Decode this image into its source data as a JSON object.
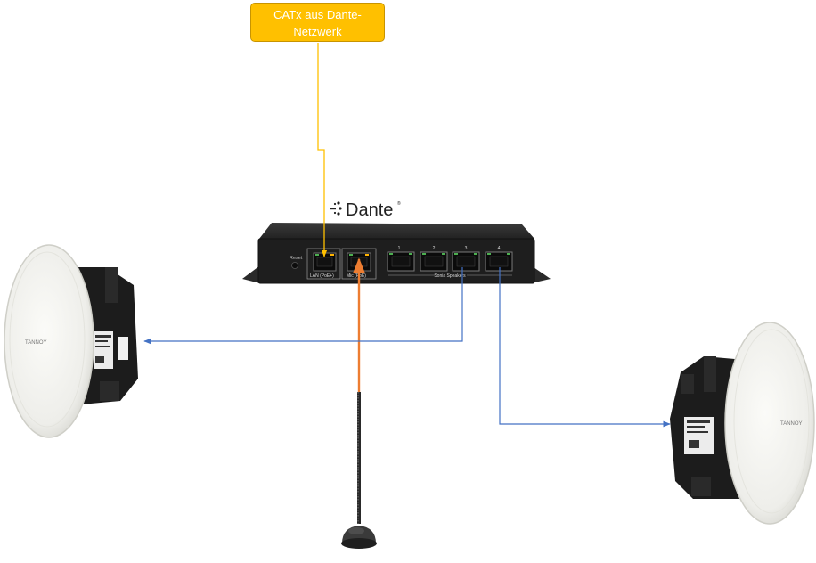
{
  "callout": {
    "line1": "CATx aus Dante-",
    "line2": "Netzwerk"
  },
  "logo": {
    "text": "Dante",
    "mark": "®"
  },
  "device": {
    "reset_label": "Reset",
    "port_numbers": [
      "1",
      "2",
      "3",
      "4"
    ],
    "lan_label": "LAN (PoE+)",
    "mic_label": "Mic (PoE)",
    "speakers_label": "Sonia Speakers"
  },
  "speaker": {
    "brand": "TANNOY"
  },
  "colors": {
    "callout_fill": "#FFC000",
    "network_cable": "#FFC000",
    "mic_cable": "#ED7D31",
    "speaker_cable": "#4472C4",
    "device_body": "#1e1e1e"
  }
}
